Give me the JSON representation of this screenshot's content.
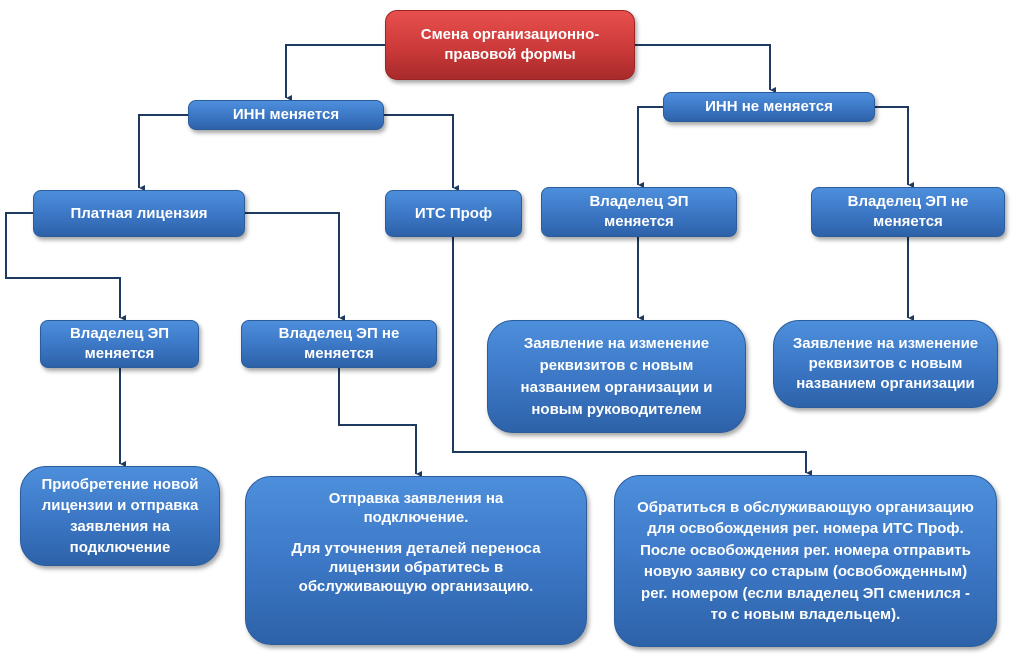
{
  "colors": {
    "box": "#3b76c4",
    "root": "#cc3a3a",
    "line": "#1f3a5f"
  },
  "nodes": {
    "root": "Смена организационно-правовой формы",
    "inn_changes": "ИНН меняется",
    "inn_not_changes": "ИНН не меняется",
    "paid_license": "Платная лицензия",
    "its_prof": "ИТС Проф",
    "owner_changes_right": "Владелец ЭП меняется",
    "owner_not_changes_right": "Владелец ЭП не меняется",
    "owner_changes_left": "Владелец ЭП меняется",
    "owner_not_changes_left": "Владелец ЭП не меняется",
    "statement_new_name_manager": "Заявление на изменение реквизитов с новым названием организации и новым руководителем",
    "statement_new_name": "Заявление на изменение реквизитов с новым названием организации",
    "buy_license": "Приобретение новой лицензии и отправка заявления на подключение",
    "send_request": "Отправка заявления на подключение.",
    "send_request_note": "Для уточнения деталей переноса лицензии обратитесь в обслуживающую организацию.",
    "contact_service": "Обратиться в обслуживающую организацию для освобождения рег. номера ИТС Проф. После освобождения рег. номера отправить новую заявку со старым (освобожденным) рег. номером (если владелец ЭП сменился - то с новым владельцем)."
  }
}
